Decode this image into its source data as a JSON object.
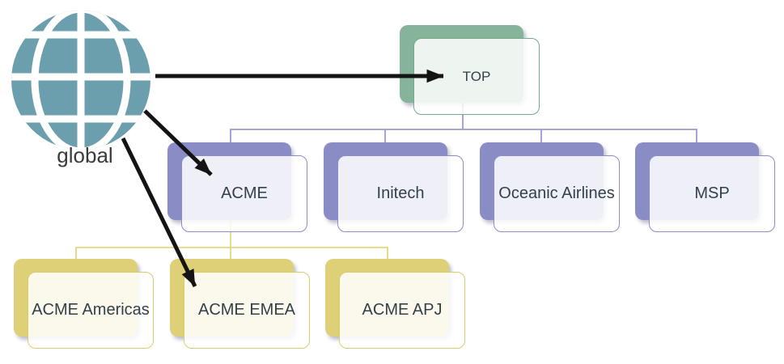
{
  "diagram": {
    "title_hint": "organization hierarchy with global scope",
    "globe": {
      "label": "global",
      "icon": "globe-grid-icon",
      "color": "#6B9FAD"
    },
    "root": {
      "label": "TOP",
      "theme": "green"
    },
    "level2": [
      {
        "label": "ACME"
      },
      {
        "label": "Initech"
      },
      {
        "label": "Oceanic Airlines"
      },
      {
        "label": "MSP"
      }
    ],
    "level3": [
      {
        "label": "ACME Americas"
      },
      {
        "label": "ACME EMEA"
      },
      {
        "label": "ACME APJ"
      }
    ],
    "arrows": [
      {
        "from": "global",
        "to": "TOP"
      },
      {
        "from": "global",
        "to": "ACME"
      },
      {
        "from": "global",
        "to": "ACME EMEA"
      }
    ],
    "colors": {
      "globe_teal": "#6B9FAD",
      "green_back": "#85B49B",
      "green_border": "#71AC8D",
      "purple_back": "#8A8CC5",
      "purple_border": "#8B8CC9",
      "purple_connector": "#9A9BD0",
      "yellow_back": "#DDD077",
      "yellow_border": "#D9CC6E",
      "yellow_connector": "#E3D77E",
      "node_text": "#334049",
      "arrow_black": "#141414"
    }
  }
}
